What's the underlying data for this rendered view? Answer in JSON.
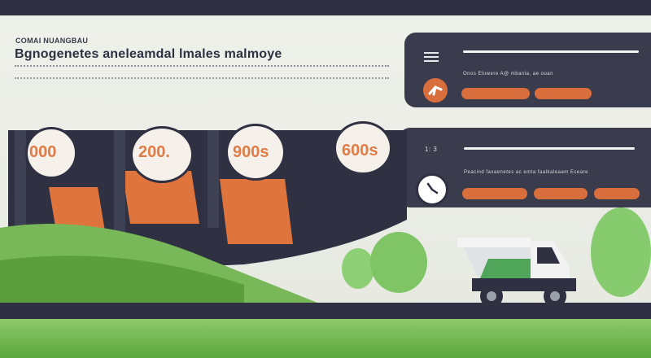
{
  "header": {
    "kicker": "COMAI NUANGBAU",
    "headline": "Bgnogenetes aneleamdal lmales malmoye"
  },
  "gauges": [
    {
      "label": "000"
    },
    {
      "label": "200."
    },
    {
      "label": "900s"
    },
    {
      "label": "600s"
    }
  ],
  "card_top": {
    "small_text": "Onos Eluwere A@ mbanla, ae ouan"
  },
  "card_bottom": {
    "code": "1: 3",
    "small_text": "Peacind faxaenetes ac emta faalkaleaam Eceare"
  },
  "colors": {
    "accent": "#d86e3c",
    "dark": "#2f3142",
    "card": "#3a3b4c",
    "grass": "#6fbb4c"
  },
  "icons": [
    "menu-icon",
    "arrow-icon",
    "clock-icon",
    "truck-icon"
  ]
}
